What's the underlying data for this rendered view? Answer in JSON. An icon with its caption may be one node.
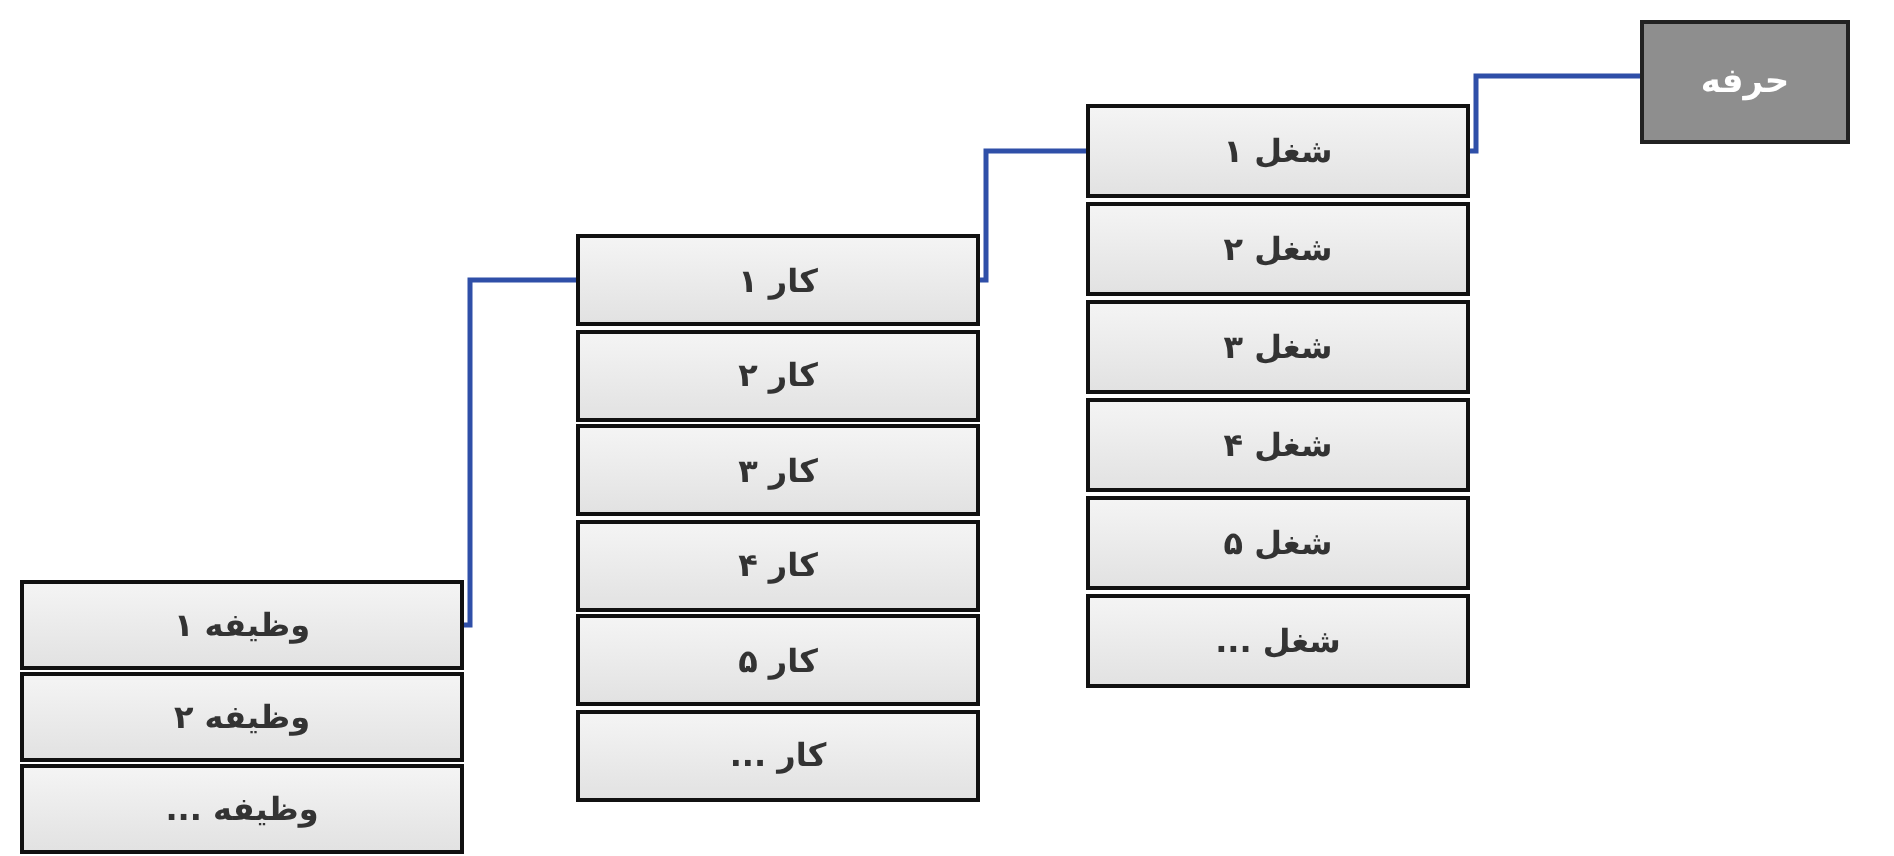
{
  "diagram": {
    "nodes": [
      {
        "text": [
          "حرفه"
        ]
      },
      {
        "text": [
          "شغل ۱"
        ]
      },
      {
        "text": [
          "شغل ۲"
        ]
      },
      {
        "text": [
          "شغل ۳"
        ]
      },
      {
        "text": [
          "شغل ۴"
        ]
      },
      {
        "text": [
          "شغل ۵"
        ]
      },
      {
        "text": [
          "شغل ..."
        ]
      },
      {
        "text": [
          "کار ۱"
        ]
      },
      {
        "text": [
          "کار ۲"
        ]
      },
      {
        "text": [
          "کار ۳"
        ]
      },
      {
        "text": [
          "کار ۴"
        ]
      },
      {
        "text": [
          "کار ۵"
        ]
      },
      {
        "text": [
          "کار ..."
        ]
      },
      {
        "text": [
          "وظیفه ۱"
        ]
      },
      {
        "text": [
          "وظیفه ۲"
        ]
      },
      {
        "text": [
          "وظیفه ..."
        ]
      }
    ],
    "edges": [
      {
        "from": 0,
        "to": 1,
        "arrow": "none"
      },
      {
        "from": 1,
        "to": 7,
        "arrow": "none"
      },
      {
        "from": 7,
        "to": 13,
        "arrow": "none"
      }
    ]
  }
}
